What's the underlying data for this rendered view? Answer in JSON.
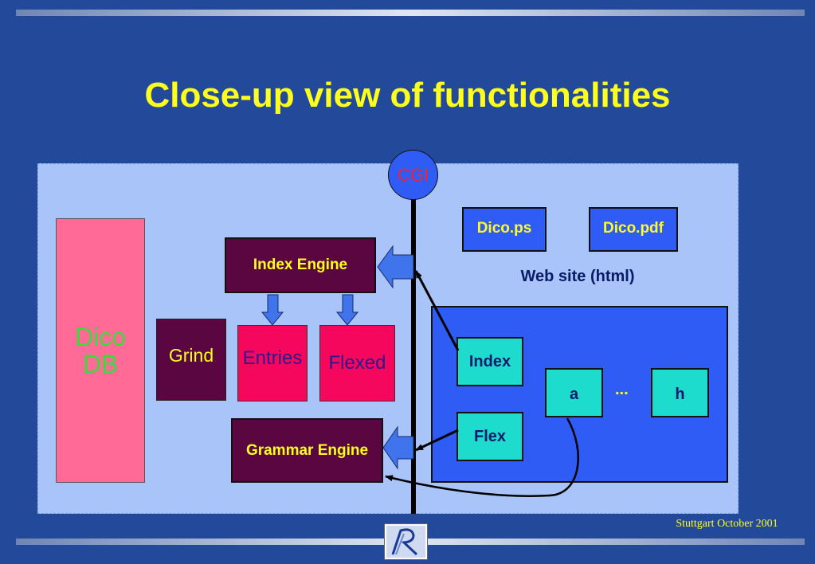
{
  "slide": {
    "title": "Close-up view of functionalities",
    "footer": "Stuttgart October 2001"
  },
  "diagram": {
    "cgi": "CGI",
    "dico_db_line1": "Dico",
    "dico_db_line2": "DB",
    "index_engine": "Index Engine",
    "grammar_engine": "Grammar Engine",
    "grind": "Grind",
    "entries": "Entries",
    "flexed": "Flexed",
    "dico_ps": "Dico.ps",
    "dico_pdf": "Dico.pdf",
    "website_label": "Web site (html)",
    "index": "Index",
    "flex": "Flex",
    "a": "a",
    "ellipsis": "...",
    "h": "h"
  },
  "colors": {
    "background": "#234a9a",
    "title": "#ffff1e",
    "panel": "#a8c4f8",
    "engine": "#5a0640",
    "pink_db": "#ff6a96",
    "pink_box": "#f5075d",
    "blue_box": "#2f5cf5",
    "teal_box": "#1edccd",
    "cgi_text": "#ff1e2a"
  },
  "icons": [
    "left-arrow-icon",
    "down-arrow-icon",
    "logo-icon"
  ]
}
